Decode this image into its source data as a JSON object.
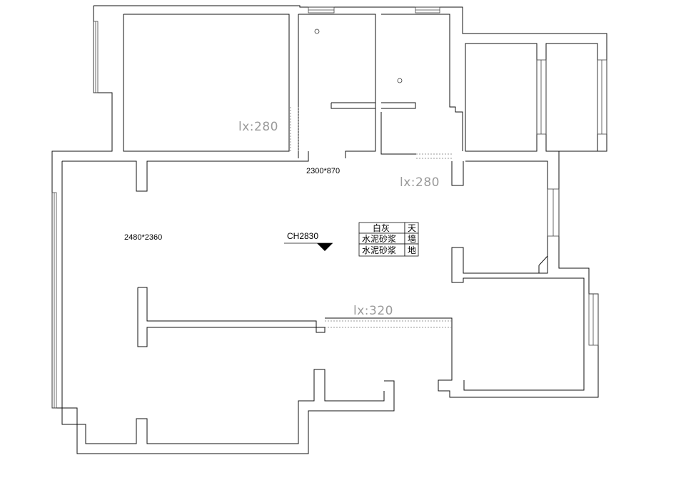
{
  "dimensions": {
    "opening_1": "2300*870",
    "opening_2": "2480*2360"
  },
  "beams": {
    "beam_1": "lx:280",
    "beam_2": "lx:280",
    "beam_3": "lx:320"
  },
  "ceiling_height": "CH2830",
  "material_table": [
    {
      "material": "白灰",
      "surface": "天"
    },
    {
      "material": "水泥砂浆",
      "surface": "墙"
    },
    {
      "material": "水泥砂浆",
      "surface": "地"
    }
  ]
}
